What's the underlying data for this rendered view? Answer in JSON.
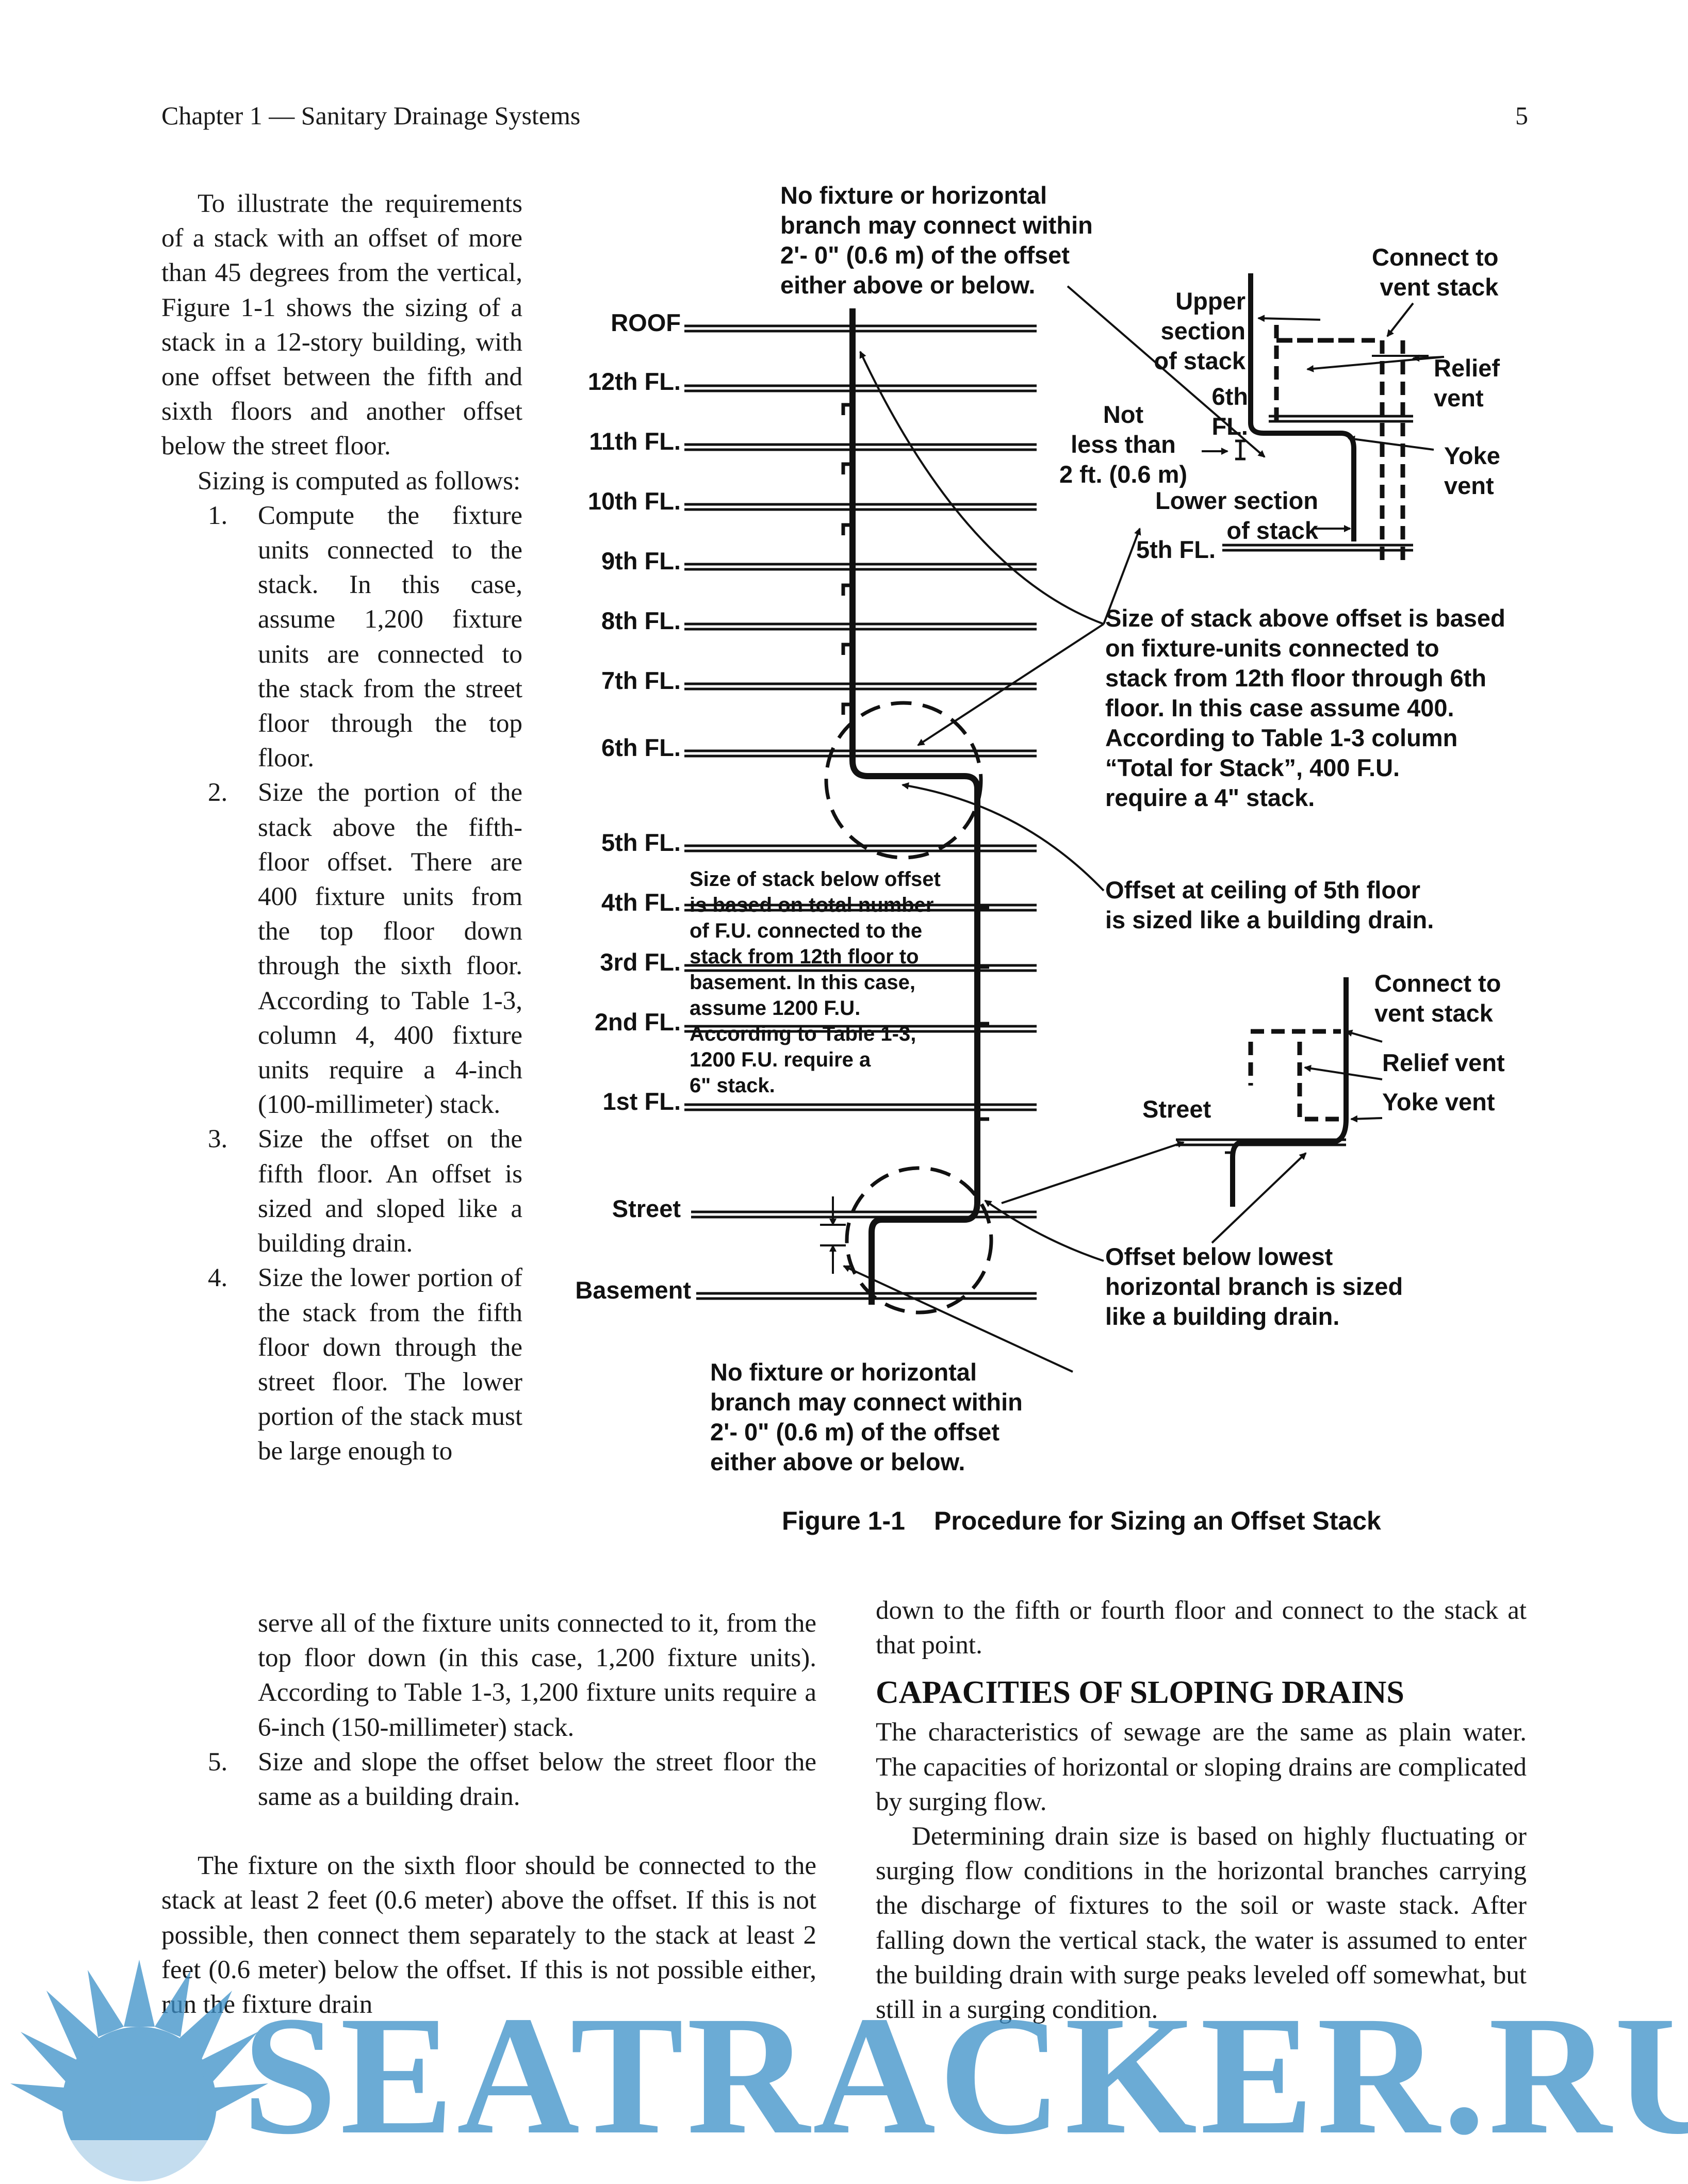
{
  "header": {
    "chapter": "Chapter 1 — Sanitary Drainage Systems",
    "page_number": "5"
  },
  "body": {
    "intro": "To illustrate the requirements of a stack with an offset of more than 45 degrees from the vertical, Figure 1-1 shows the sizing of a stack in a 12-story building, with one offset between the fifth and sixth floors and another offset below the street floor.",
    "sizing_lead": "Sizing is computed as follows:",
    "steps": [
      {
        "num": "1.",
        "text": "Compute the fixture units connected to the stack. In this case, assume 1,200 fixture units are connected to the stack from the street floor through the top floor."
      },
      {
        "num": "2.",
        "text": "Size the portion of the stack above the fifth-floor offset. There are 400 fixture units from the top floor down through the sixth floor. According to Table 1-3, column 4, 400 fixture units require a 4-inch (100-millimeter) stack."
      },
      {
        "num": "3.",
        "text": "Size the offset on the fifth floor. An offset is sized and sloped like a building drain."
      },
      {
        "num": "4.",
        "text_narrow": "Size the lower portion of the stack from the fifth floor down through the street floor. The lower portion of the stack must be large enough to",
        "text_wide": "serve all of the fixture units connected to it, from the top floor down (in this case, 1,200 fixture units). According to Table 1-3, 1,200 fixture units require a 6-inch (150-millimeter) stack."
      },
      {
        "num": "5.",
        "text": "Size and slope the offset below the street floor the same as a building drain."
      }
    ],
    "closing_left": "The fixture on the sixth floor should be connected to the stack at least 2 feet (0.6 meter) above the offset. If this is not possible, then connect them separately to the stack at least 2 feet (0.6 meter) below the offset. If this is not possible either, run the fixture drain",
    "closing_right": "down to the fifth or fourth floor and connect to the stack at that point.",
    "section_heading": "CAPACITIES OF SLOPING DRAINS",
    "section_p1": "The characteristics of sewage are the same as plain water. The capacities of horizontal or sloping drains are complicated by surging flow.",
    "section_p2": "Determining drain size is based on highly fluctuating or surging flow conditions in the horizontal branches carrying the discharge of fixtures to the soil or waste stack. After falling down the vertical stack, the water is assumed to enter the building drain with surge peaks leveled off somewhat, but still in a surging condition."
  },
  "figure": {
    "floors": [
      "ROOF",
      "12th FL.",
      "11th FL.",
      "10th FL.",
      "9th FL.",
      "8th FL.",
      "7th FL.",
      "6th FL.",
      "5th FL.",
      "4th FL.",
      "3rd FL.",
      "2nd FL.",
      "1st FL.",
      "Street",
      "Basement"
    ],
    "note_top": [
      "No fixture or horizontal",
      "branch may connect within",
      "2'- 0\" (0.6 m) of the offset",
      "either above or below."
    ],
    "note_bottom": [
      "No fixture or horizontal",
      "branch may connect within",
      "2'- 0\" (0.6 m) of the offset",
      "either above or below."
    ],
    "upper_detail": {
      "connect": [
        "Connect to",
        "vent stack"
      ],
      "upper_section": [
        "Upper",
        "section",
        "of stack"
      ],
      "relief": [
        "Relief",
        "vent"
      ],
      "sixth": [
        "6th",
        "FL."
      ],
      "not_less": [
        "Not",
        "less than",
        "2 ft. (0.6 m)"
      ],
      "yoke": [
        "Yoke",
        "vent"
      ],
      "lower_section": [
        "Lower section",
        "of stack"
      ],
      "fifth": "5th FL."
    },
    "note_above_offset": [
      "Size of stack above offset is based",
      "on fixture-units connected to",
      "stack from 12th floor through 6th",
      "floor. In this case assume 400.",
      "According to Table 1-3 column",
      "“Total for Stack”, 400 F.U.",
      "require a 4\" stack."
    ],
    "note_below_offset": [
      "Size of stack below offset",
      "is based on total number",
      "of F.U. connected to the",
      "stack from 12th floor to",
      "basement. In this case,",
      "assume 1200 F.U.",
      "According to Table 1-3,",
      "1200 F.U. require a",
      "6\" stack."
    ],
    "note_ceiling": [
      "Offset at ceiling of 5th floor",
      "is sized like a building drain."
    ],
    "lower_detail": {
      "connect": [
        "Connect to",
        "vent stack"
      ],
      "relief": "Relief vent",
      "street": "Street",
      "yoke": "Yoke vent"
    },
    "note_lowest": [
      "Offset below lowest",
      "horizontal branch is sized",
      "like a building drain."
    ],
    "caption_num": "Figure 1-1",
    "caption_title": "Procedure for Sizing an Offset Stack"
  },
  "watermark": {
    "text": "SEATRACKER.RU",
    "color": "#3a8fc8"
  }
}
